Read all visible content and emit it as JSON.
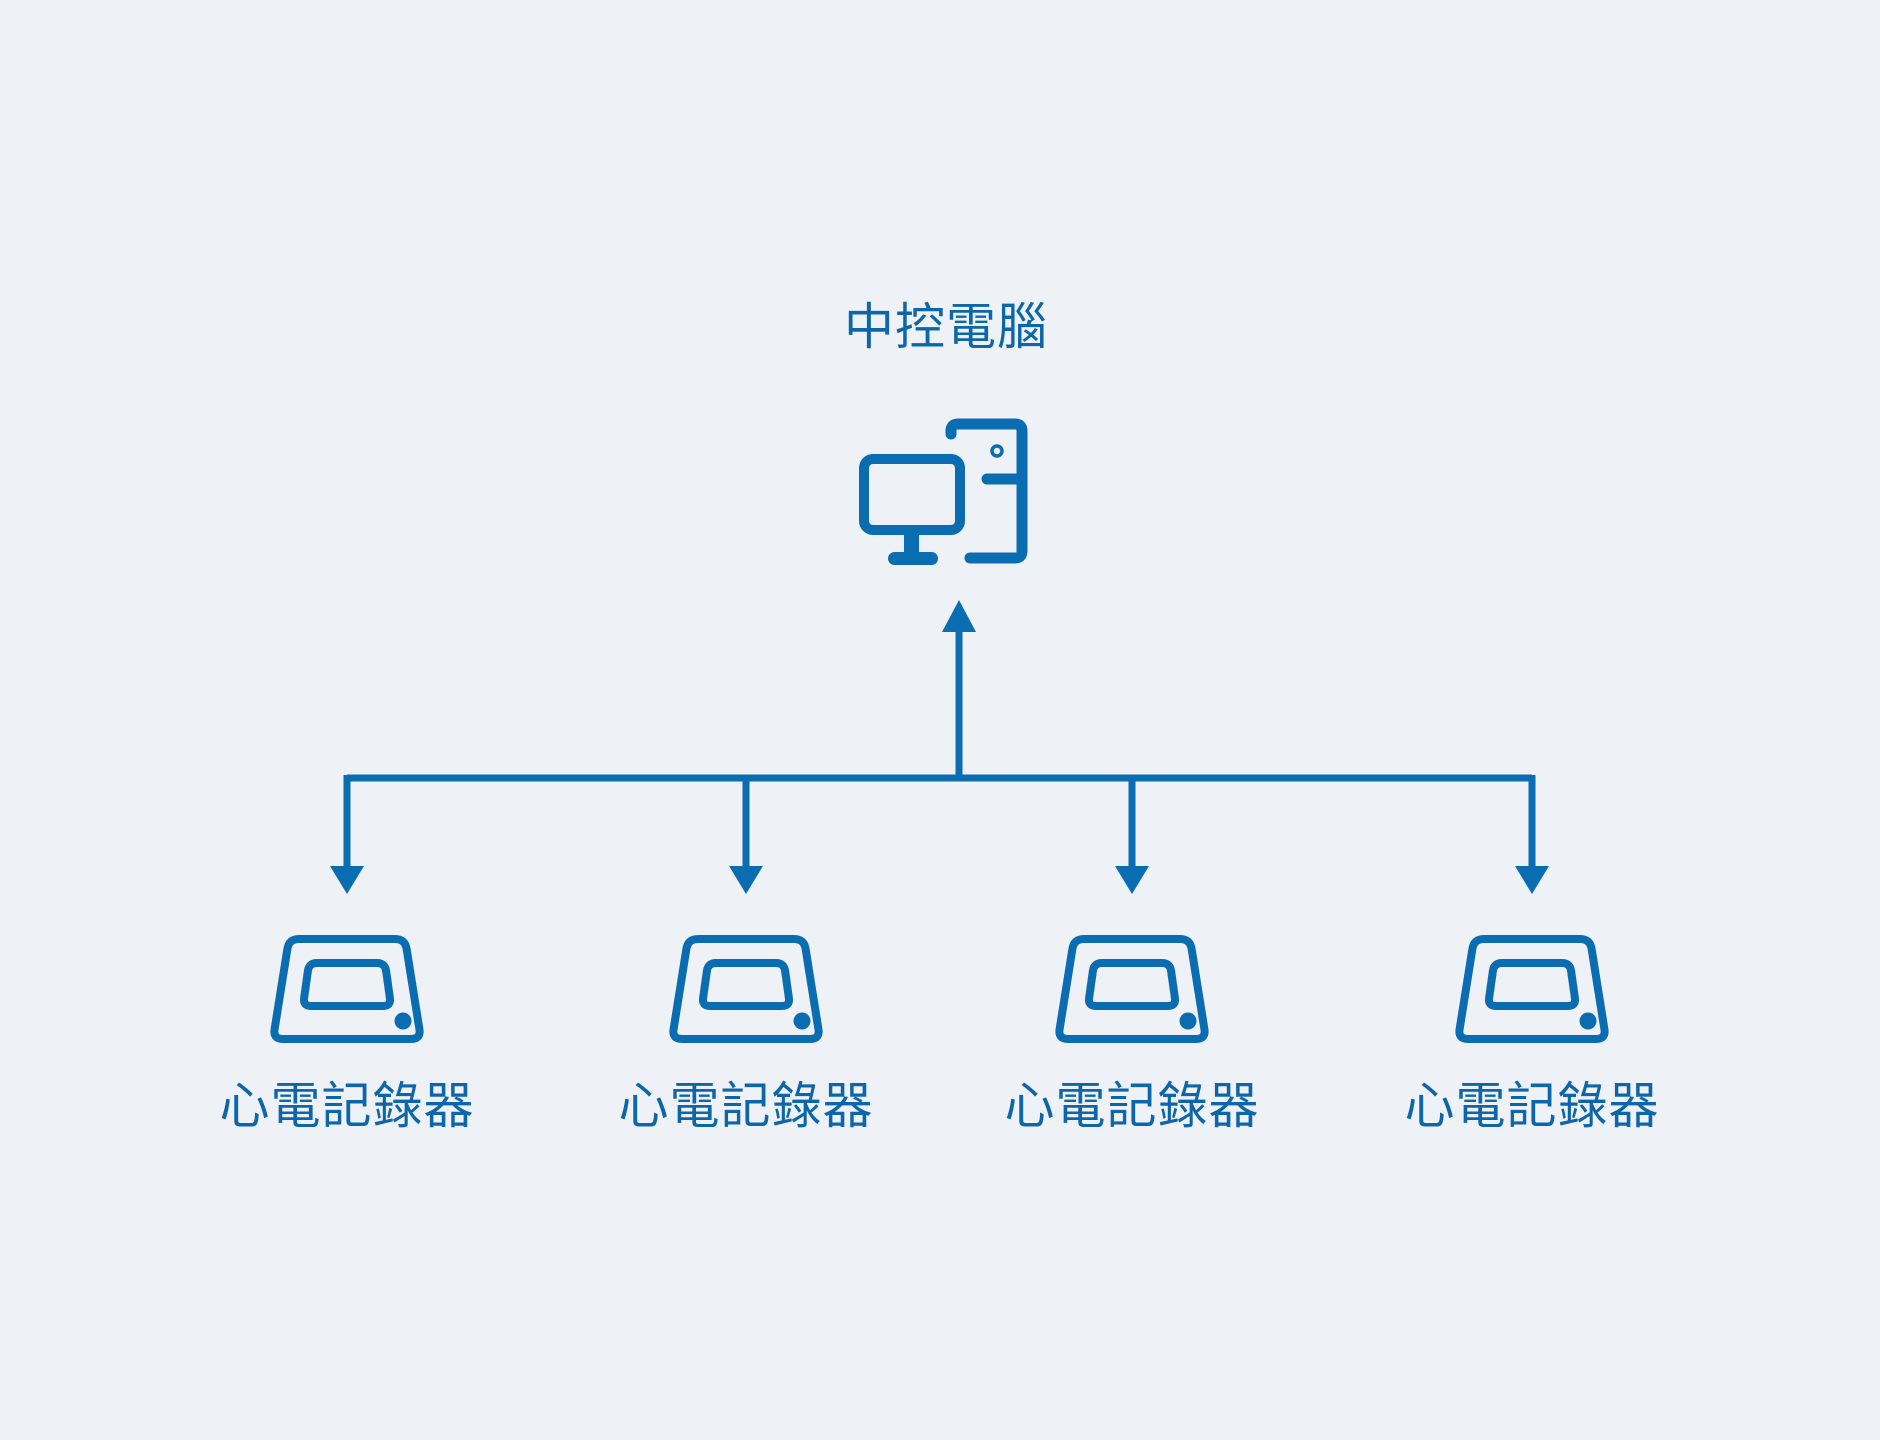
{
  "meta": {
    "type": "topology-diagram",
    "background_color": "#EEF1F5",
    "accent_color": "#0B6DB1",
    "text_color": "#0D66A9"
  },
  "diagram": {
    "root": {
      "label": "中控電腦",
      "icon": "desktop-computer-icon"
    },
    "bus": {
      "shape": "horizontal-line",
      "arrow_to_root": "up",
      "arrows_to_children": "down"
    },
    "children": [
      {
        "label": "心電記錄器",
        "icon": "ecg-recorder-icon"
      },
      {
        "label": "心電記錄器",
        "icon": "ecg-recorder-icon"
      },
      {
        "label": "心電記錄器",
        "icon": "ecg-recorder-icon"
      },
      {
        "label": "心電記錄器",
        "icon": "ecg-recorder-icon"
      }
    ]
  }
}
